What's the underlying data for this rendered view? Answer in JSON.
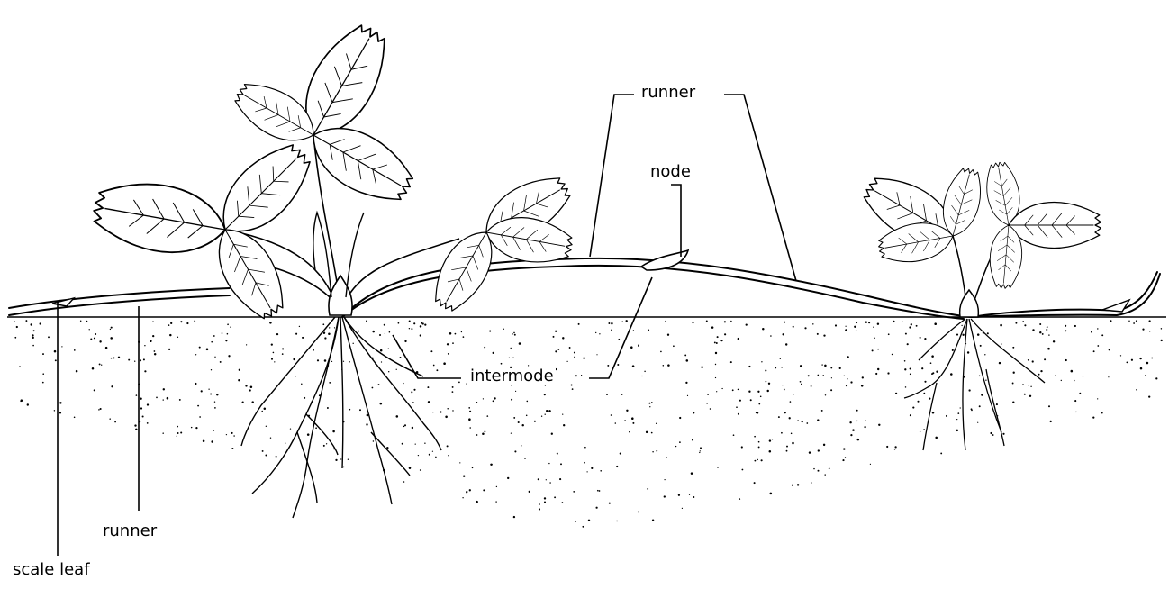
{
  "diagram": {
    "labels": {
      "runner_top": "runner",
      "node": "node",
      "internode": "intermode",
      "runner_bottom": "runner",
      "scale_leaf": "scale leaf"
    },
    "colors": {
      "ink": "#000000",
      "background": "#ffffff",
      "leaf_fill": "#ffffff"
    }
  }
}
